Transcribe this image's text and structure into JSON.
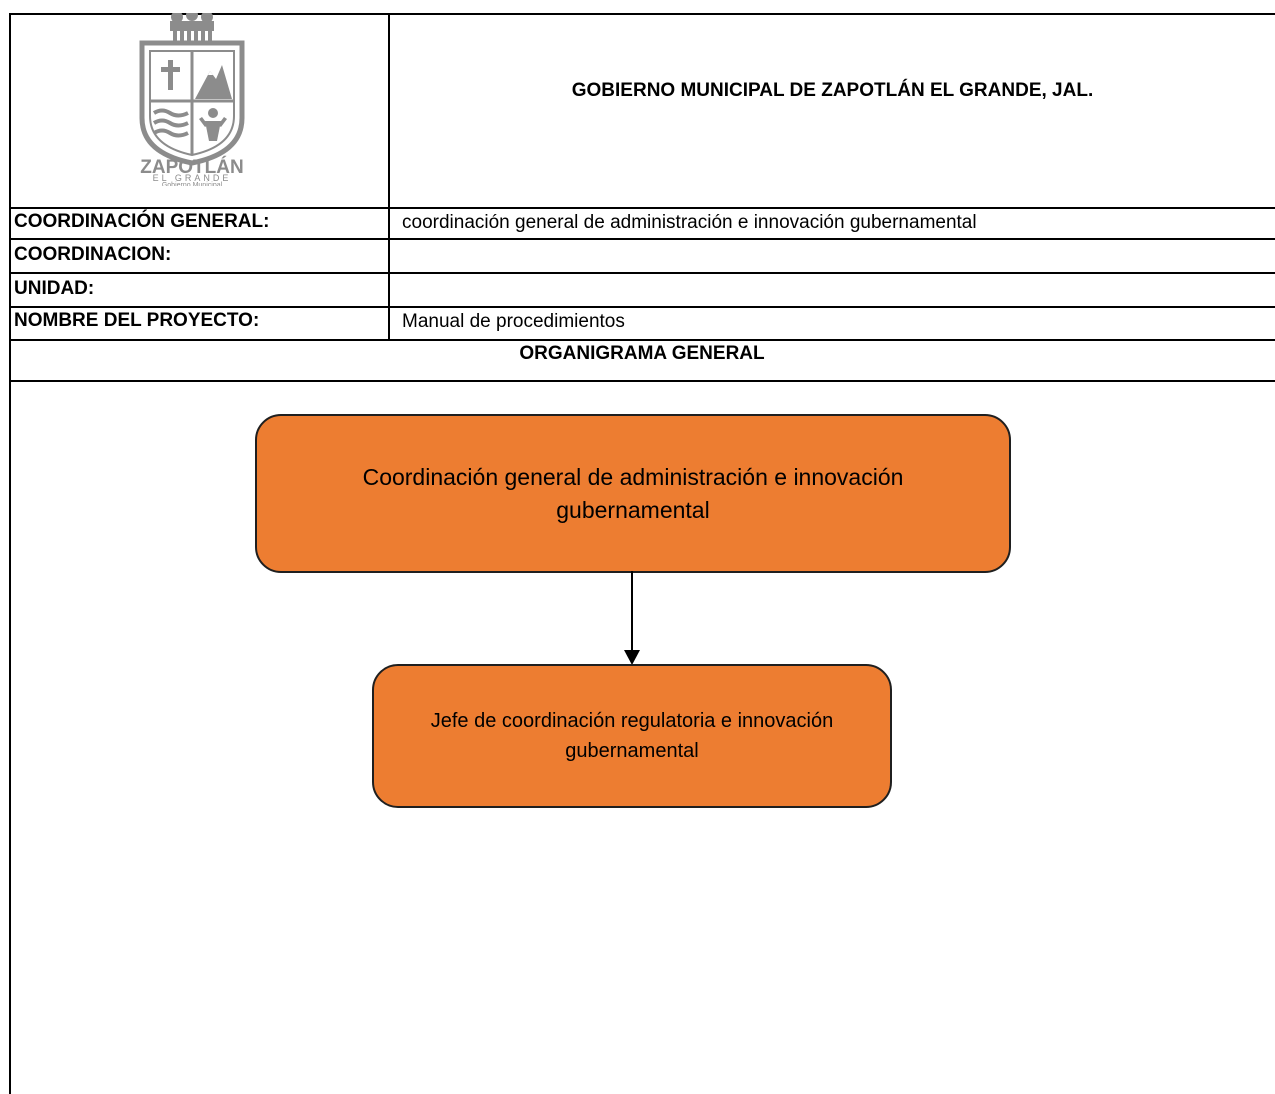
{
  "header": {
    "title": "GOBIERNO MUNICIPAL DE ZAPOTLÁN EL GRANDE, JAL.",
    "logo": {
      "name": "ZAPOTLÁN",
      "subname": "EL GRANDE",
      "caption": "Gobierno Municipal"
    }
  },
  "fields": [
    {
      "label": "COORDINACIÓN GENERAL:",
      "value": "coordinación general de administración e innovación gubernamental"
    },
    {
      "label": "COORDINACION:",
      "value": ""
    },
    {
      "label": "UNIDAD:",
      "value": ""
    },
    {
      "label": "NOMBRE DEL PROYECTO:",
      "value": "Manual de procedimientos"
    }
  ],
  "org_chart": {
    "title": "ORGANIGRAMA GENERAL",
    "nodes": [
      {
        "label": "Coordinación general de administración e innovación gubernamental"
      },
      {
        "label": "Jefe de coordinación regulatoria e innovación gubernamental"
      }
    ]
  },
  "colors": {
    "box_fill": "#ed7d31",
    "logo_gray": "#8c8c8c"
  }
}
